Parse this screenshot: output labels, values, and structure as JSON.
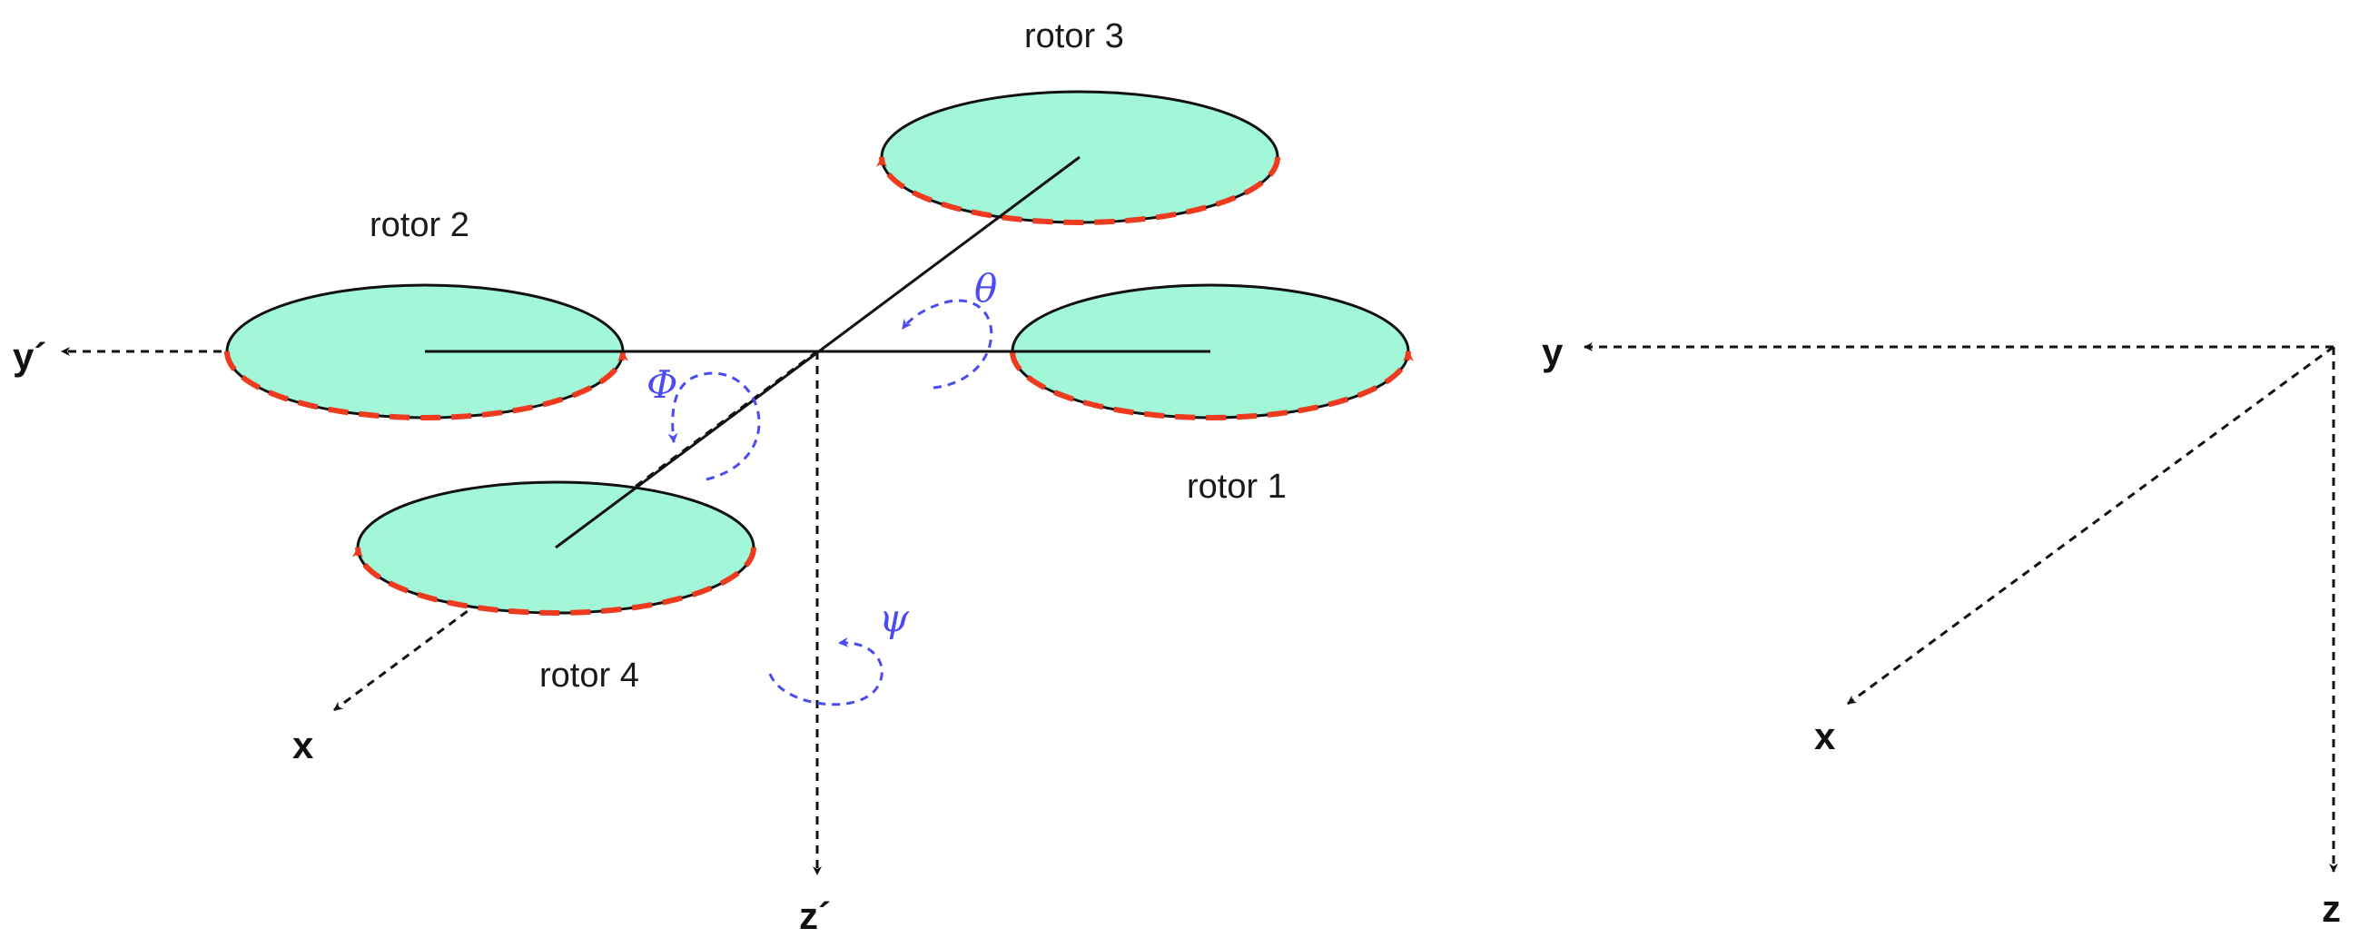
{
  "colors": {
    "rotor_fill": "#a2f7d9",
    "rotation_arrow": "#ee3b1f",
    "angle": "#4b4bf0",
    "axis": "#111111"
  },
  "rotors": [
    {
      "label": "rotor 1"
    },
    {
      "label": "rotor 2"
    },
    {
      "label": "rotor 3"
    },
    {
      "label": "rotor 4"
    }
  ],
  "body_axes": {
    "x": "x",
    "y": "y´",
    "z": "z´"
  },
  "inertial_axes": {
    "x": "x",
    "y": "y",
    "z": "z"
  },
  "angles": {
    "roll": "Φ",
    "pitch": "θ",
    "yaw": "ψ"
  }
}
